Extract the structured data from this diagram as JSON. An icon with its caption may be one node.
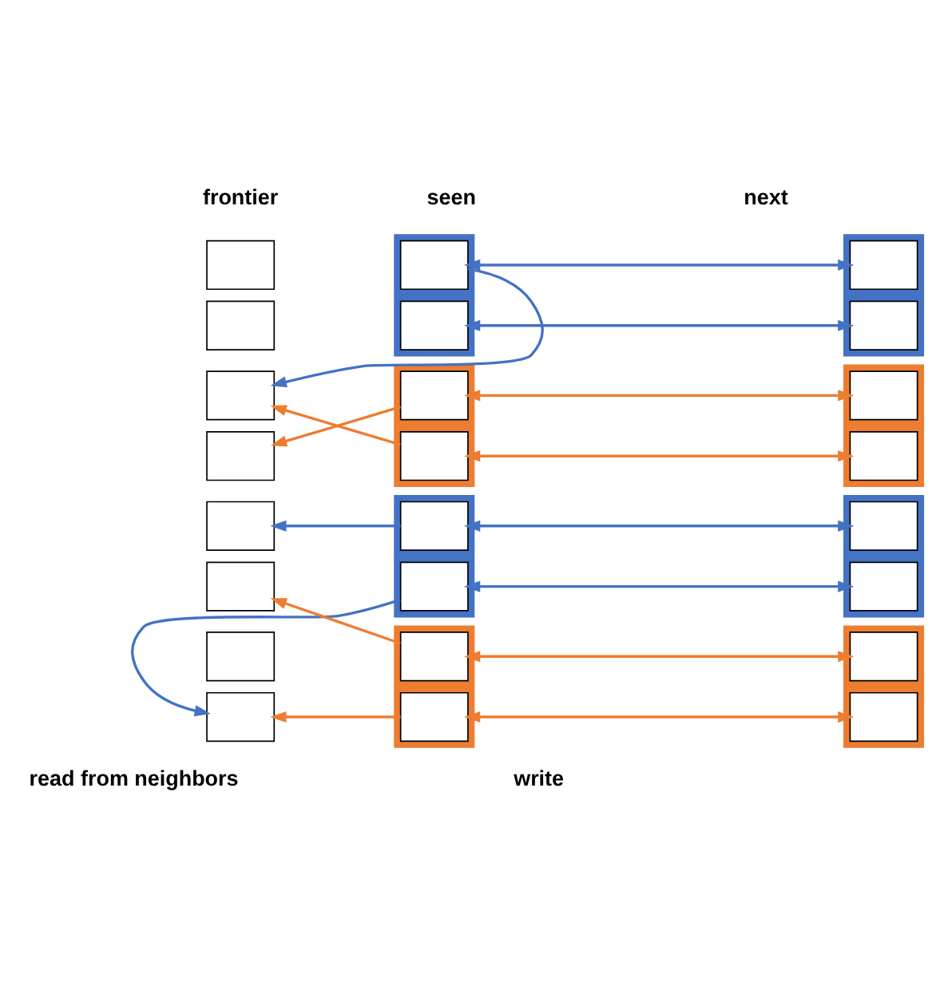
{
  "diagram": {
    "nodes": [
      {
        "text": [],
        "shape": "box"
      },
      {
        "text": [],
        "shape": "box"
      },
      {
        "text": [],
        "shape": "box"
      },
      {
        "text": [],
        "shape": "box"
      },
      {
        "text": [],
        "shape": "box"
      },
      {
        "text": [],
        "shape": "box"
      },
      {
        "text": [],
        "shape": "box"
      },
      {
        "text": [],
        "shape": "box"
      },
      {
        "text": [],
        "shape": "box"
      },
      {
        "text": [],
        "shape": "box",
        "in": 8
      },
      {
        "text": [],
        "shape": "box",
        "in": 8
      },
      {
        "text": [],
        "shape": "box"
      },
      {
        "text": [],
        "shape": "box",
        "in": 11
      },
      {
        "text": [],
        "shape": "box",
        "in": 11
      },
      {
        "text": [],
        "shape": "box"
      },
      {
        "text": [],
        "shape": "box",
        "in": 14
      },
      {
        "text": [],
        "shape": "box",
        "in": 14
      },
      {
        "text": [],
        "shape": "box"
      },
      {
        "text": [],
        "shape": "box",
        "in": 17
      },
      {
        "text": [],
        "shape": "box",
        "in": 17
      },
      {
        "text": [],
        "shape": "box"
      },
      {
        "text": [],
        "shape": "box",
        "in": 20
      },
      {
        "text": [],
        "shape": "box",
        "in": 20
      },
      {
        "text": [],
        "shape": "box"
      },
      {
        "text": [],
        "shape": "box",
        "in": 23
      },
      {
        "text": [],
        "shape": "box",
        "in": 23
      },
      {
        "text": [],
        "shape": "box"
      },
      {
        "text": [],
        "shape": "box",
        "in": 26
      },
      {
        "text": [],
        "shape": "box",
        "in": 26
      },
      {
        "text": [],
        "shape": "box"
      },
      {
        "text": [],
        "shape": "box",
        "in": 29
      },
      {
        "text": [],
        "shape": "box",
        "in": 29
      }
    ],
    "edges": [
      {
        "from": 9,
        "to": 21,
        "arrow": "both",
        "color": "#4472c4"
      },
      {
        "from": 9,
        "to": 2,
        "arrow": "to",
        "color": "#4472c4"
      },
      {
        "from": 10,
        "to": 22,
        "arrow": "both",
        "color": "#4472c4"
      },
      {
        "from": 13,
        "to": 2,
        "arrow": "to",
        "color": "#ed7d31"
      },
      {
        "from": 12,
        "to": 24,
        "arrow": "both",
        "color": "#ed7d31"
      },
      {
        "from": 12,
        "to": 3,
        "arrow": "to",
        "color": "#ed7d31"
      },
      {
        "from": 13,
        "to": 25,
        "arrow": "both",
        "color": "#ed7d31"
      },
      {
        "from": 15,
        "to": 4,
        "arrow": "to",
        "color": "#4472c4"
      },
      {
        "from": 15,
        "to": 27,
        "arrow": "both",
        "color": "#4472c4"
      },
      {
        "from": 16,
        "to": 28,
        "arrow": "both",
        "color": "#4472c4"
      },
      {
        "from": 18,
        "to": 5,
        "arrow": "to",
        "color": "#ed7d31"
      },
      {
        "from": 16,
        "to": 7,
        "arrow": "to",
        "color": "#4472c4"
      },
      {
        "from": 18,
        "to": 30,
        "arrow": "both",
        "color": "#ed7d31"
      },
      {
        "from": 19,
        "to": 31,
        "arrow": "both",
        "color": "#ed7d31"
      },
      {
        "from": 19,
        "to": 7,
        "arrow": "to",
        "color": "#ed7d31"
      }
    ],
    "labels": [
      "frontier",
      "seen",
      "next",
      "read from neighbors",
      "write"
    ]
  }
}
